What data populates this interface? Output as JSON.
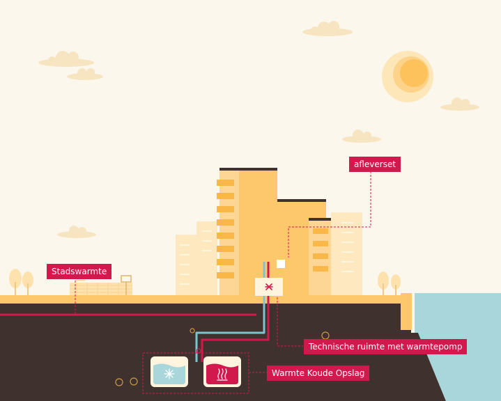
{
  "labels": {
    "delivery": "afleverset",
    "district_heating": "Stadswarmte",
    "technical_room": "Technische ruimte met warmtepomp",
    "thermal_storage": "Warmte Koude Opslag"
  },
  "icons": {
    "heat_pump": "fan-icon",
    "cold_storage": "snowflake-icon",
    "warm_storage": "heat-waves-icon",
    "sun": "sun-icon",
    "tree": "tree-icon"
  },
  "colors": {
    "sky": "#fbf7ec",
    "cloud": "#f7e5c2",
    "sun": "#fdc25c",
    "building": "#fdc76c",
    "building_faded": "#fde8c0",
    "ground_surface": "#fdc76c",
    "soil": "#3f322e",
    "water": "#a8d6da",
    "label": "#d2194d",
    "warm_pipe": "#d2194d",
    "cold_pipe": "#7cc4cf"
  }
}
